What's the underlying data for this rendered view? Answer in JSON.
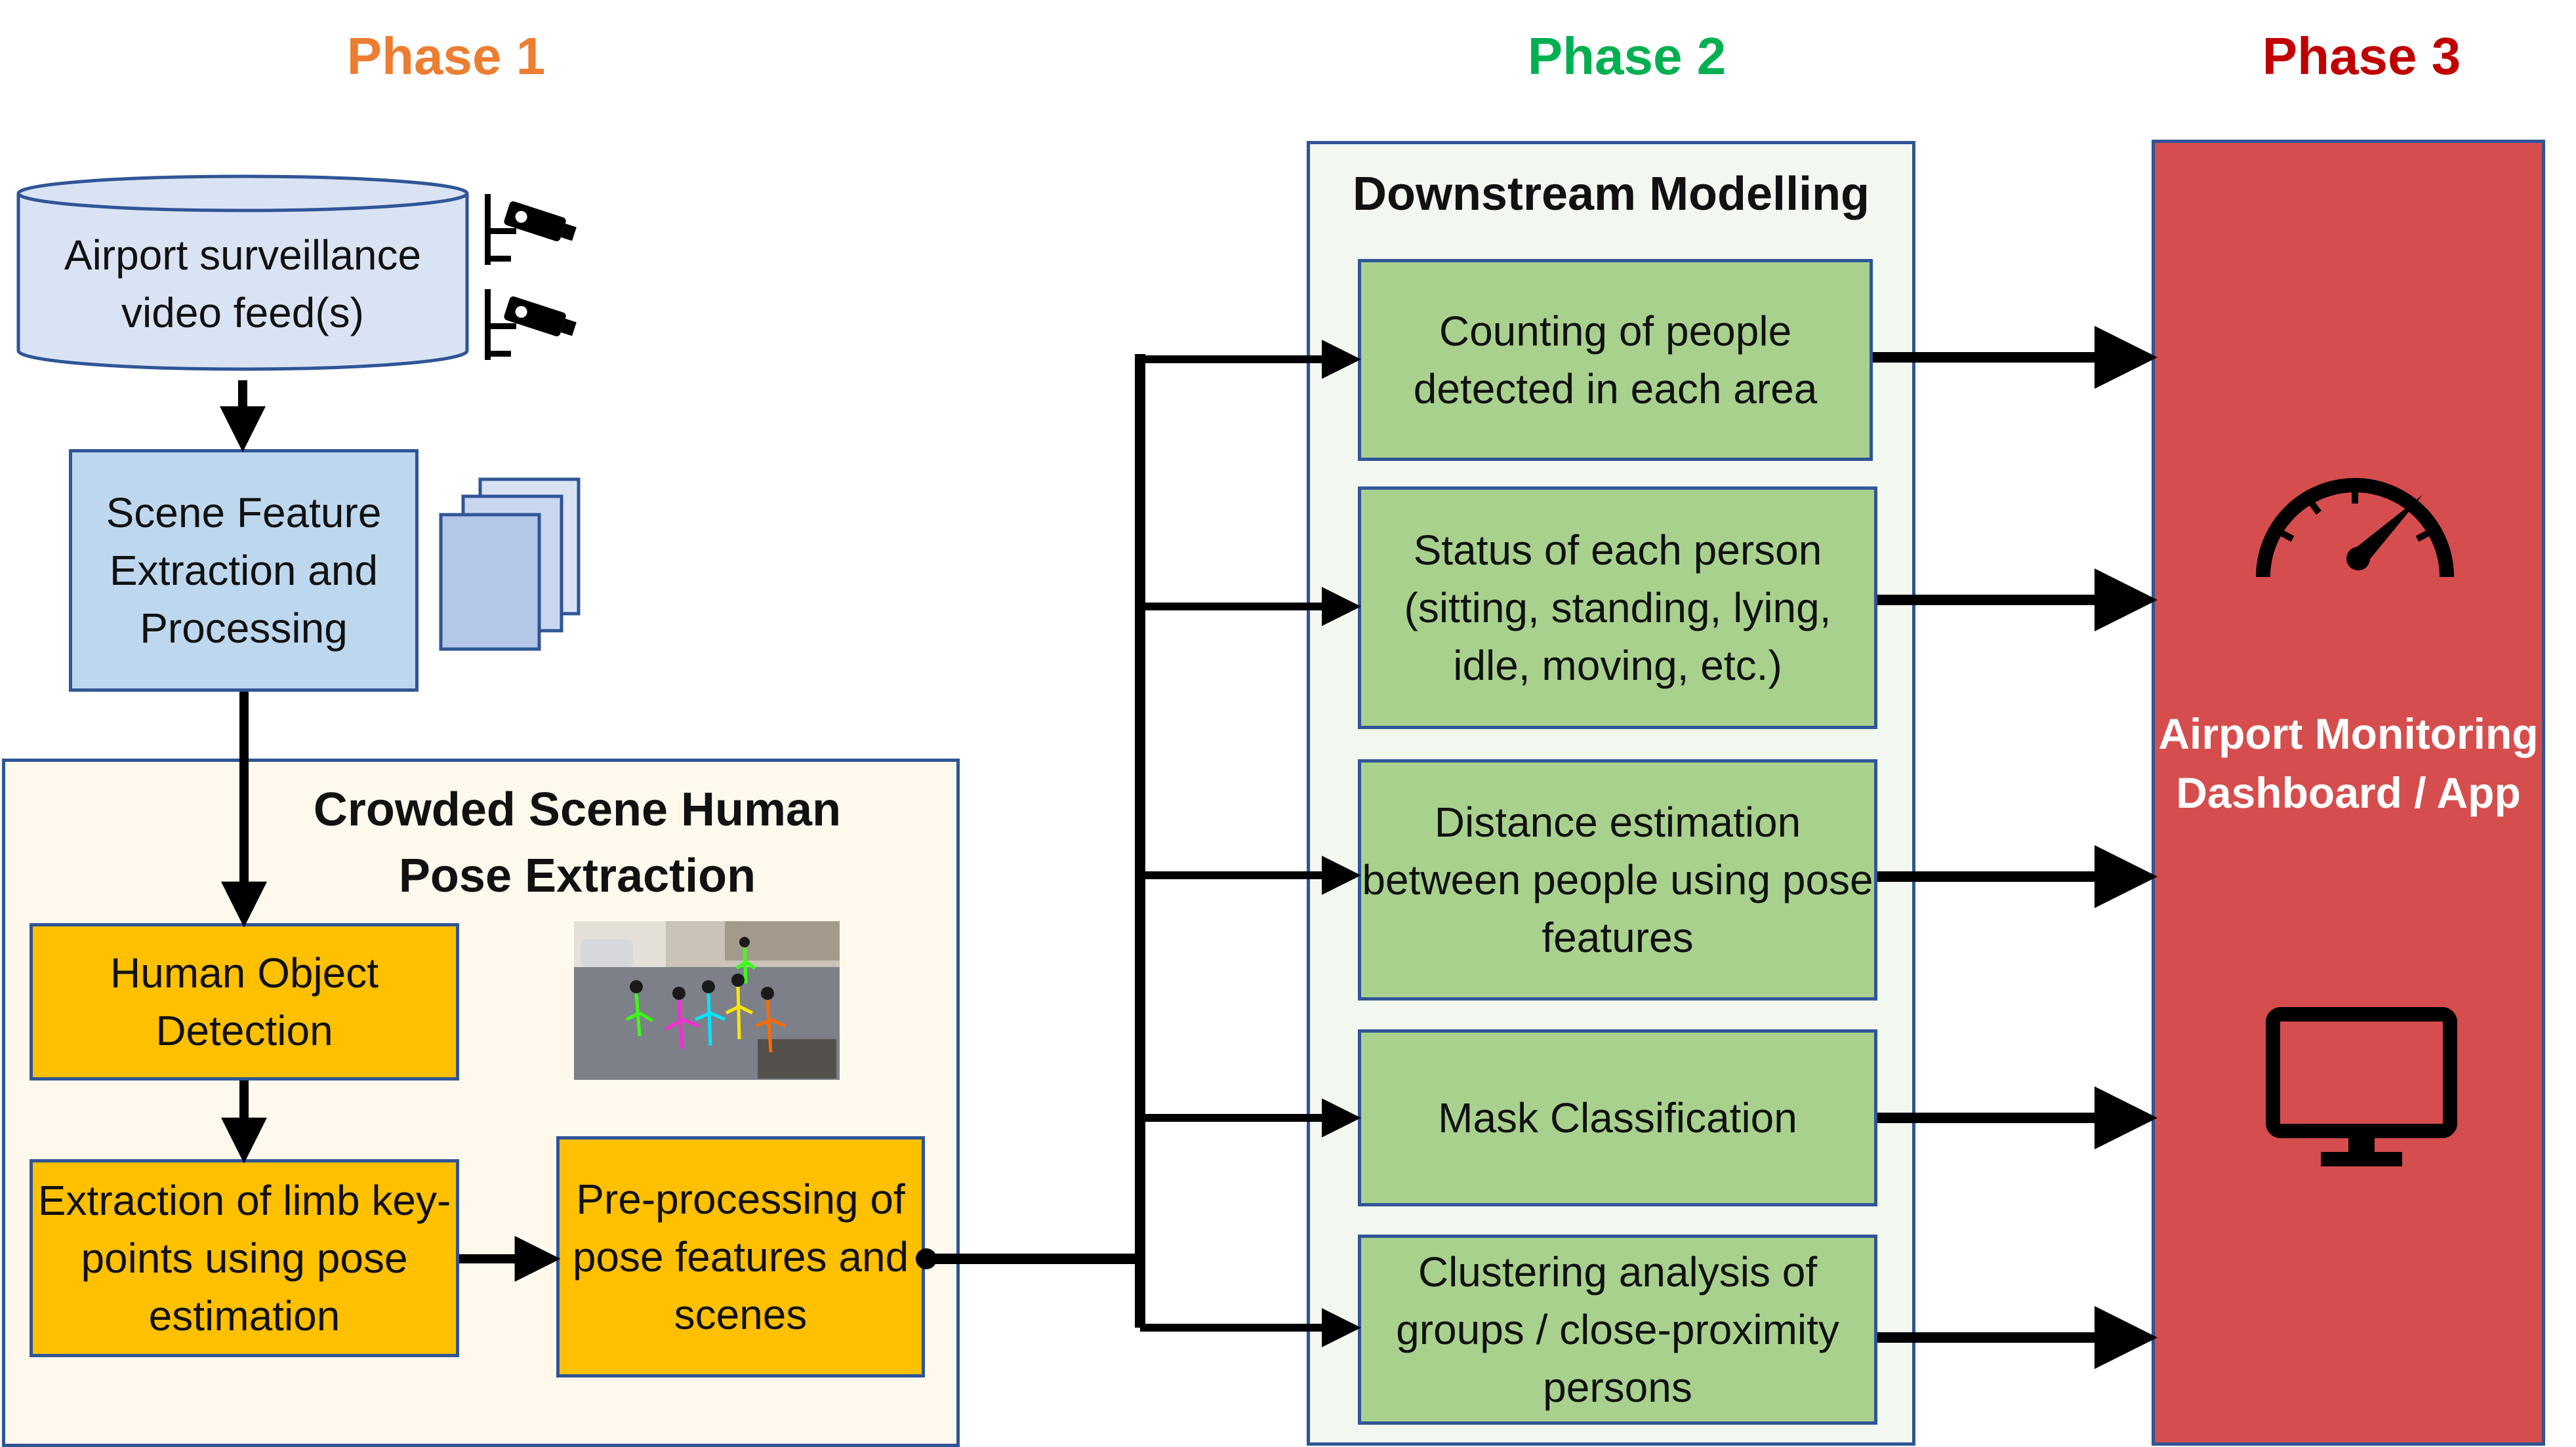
{
  "phases": {
    "p1": {
      "label": "Phase 1",
      "color": "#ed7d31"
    },
    "p2": {
      "label": "Phase 2",
      "color": "#00b050"
    },
    "p3": {
      "label": "Phase 3",
      "color": "#c00000"
    }
  },
  "phase1": {
    "video_feed": "Airport surveillance video feed(s)",
    "scene_feature": "Scene Feature Extraction and Processing",
    "pose_panel_title": "Crowded Scene Human Pose Extraction",
    "human_detection": "Human Object Detection",
    "limb_extraction": "Extraction of limb key-points using pose estimation",
    "preprocessing": "Pre-processing of pose features and scenes"
  },
  "phase2": {
    "title": "Downstream Modelling",
    "tasks": [
      "Counting of people detected in each area",
      "Status of each person (sitting, standing, lying, idle, moving, etc.)",
      "Distance estimation between people using pose features",
      "Mask Classification",
      "Clustering analysis of groups / close-proximity persons"
    ]
  },
  "phase3": {
    "dashboard": "Airport Monitoring Dashboard / App",
    "icons": [
      "speedometer-icon",
      "monitor-icon"
    ]
  },
  "colors": {
    "green_box": "#a9d18e",
    "amber_box": "#ffc000",
    "blue_box": "#bdd7ee",
    "dashboard_red": "#d64d4d",
    "pose_panel_bg": "#fef9ec",
    "phase2_panel_bg": "#f2f7ef"
  }
}
